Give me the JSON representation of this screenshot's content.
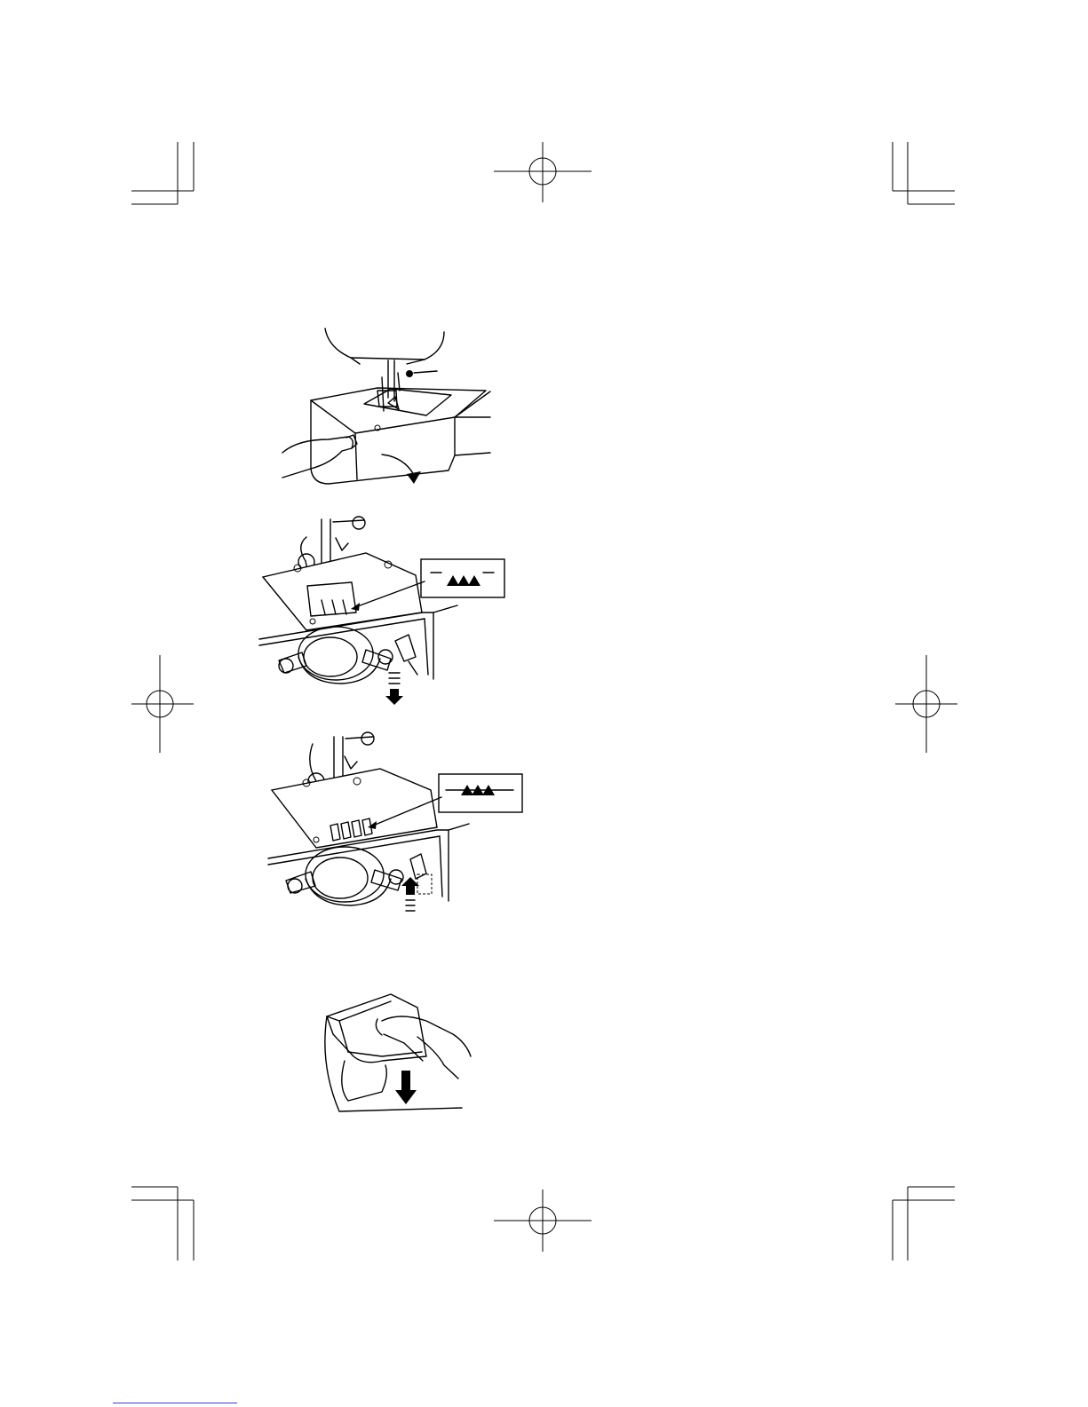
{
  "page": {
    "background": "#ffffff",
    "ink": "#000000",
    "footer_rule_color": "#3a3ad8"
  },
  "figures": [
    {
      "id": "open-shuttle-cover",
      "icon": "hand-opening-cover"
    },
    {
      "id": "feed-dog-lowered",
      "icon": "feed-dog-down-indicator"
    },
    {
      "id": "feed-dog-raised",
      "icon": "feed-dog-up-indicator"
    },
    {
      "id": "close-cover",
      "icon": "hand-pressing-cover-down"
    }
  ],
  "icons": {
    "registration_marks": "crop-and-registration-marks"
  }
}
